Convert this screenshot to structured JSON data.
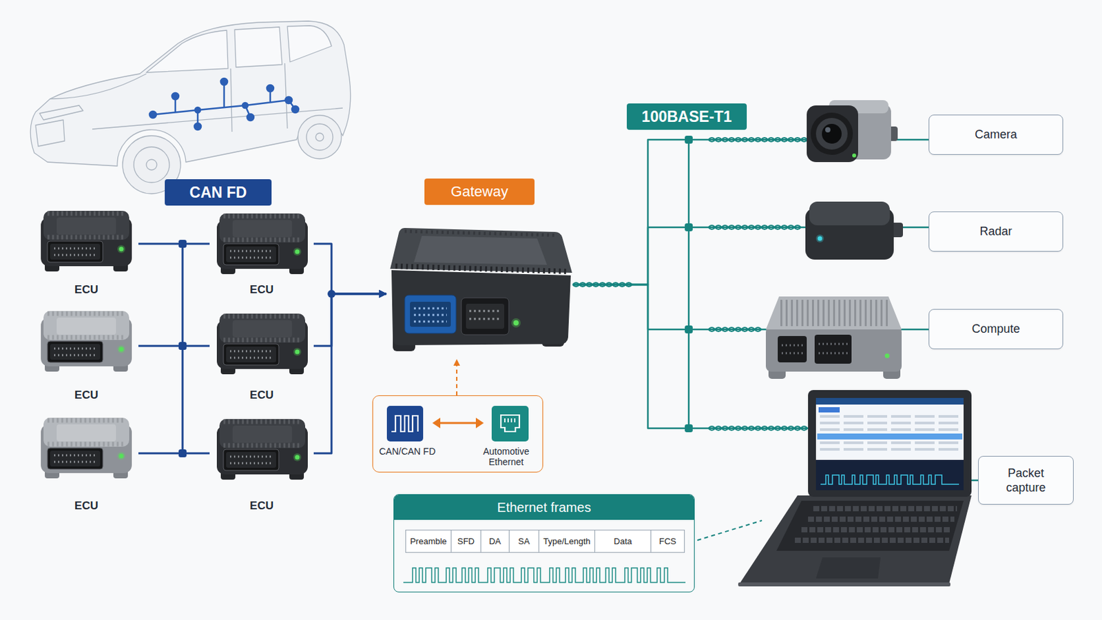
{
  "diagram": {
    "nodes": [
      {
        "text": [
          "CAN FD"
        ]
      },
      {
        "text": [
          "ECU"
        ]
      },
      {
        "text": [
          "ECU"
        ]
      },
      {
        "text": [
          "ECU"
        ]
      },
      {
        "text": [
          "ECU"
        ]
      },
      {
        "text": [
          "ECU"
        ]
      },
      {
        "text": [
          "ECU"
        ]
      },
      {
        "text": [
          "Gateway"
        ]
      },
      {
        "text": [
          "CAN/CAN FD",
          "Automotive Ethernet"
        ]
      },
      {
        "text": [
          "100BASE-T1"
        ]
      },
      {
        "text": [
          "Camera"
        ]
      },
      {
        "text": [
          "Radar"
        ]
      },
      {
        "text": [
          "Compute"
        ]
      },
      {
        "text": [
          "Packet capture"
        ]
      },
      {
        "text": [
          "Ethernet frames"
        ]
      }
    ],
    "edges": [
      {
        "from": 1,
        "to": 2,
        "arrow": "none"
      },
      {
        "from": 3,
        "to": 4,
        "arrow": "none"
      },
      {
        "from": 5,
        "to": 6,
        "arrow": "none"
      },
      {
        "from": 2,
        "to": 7,
        "arrow": "to"
      },
      {
        "from": 4,
        "to": 7,
        "arrow": "to"
      },
      {
        "from": 6,
        "to": 7,
        "arrow": "to"
      },
      {
        "from": 8,
        "to": 7,
        "arrow": "to"
      },
      {
        "from": 7,
        "to": 10,
        "arrow": "none"
      },
      {
        "from": 7,
        "to": 11,
        "arrow": "none"
      },
      {
        "from": 7,
        "to": 12,
        "arrow": "none"
      },
      {
        "from": 7,
        "to": 13,
        "arrow": "none"
      }
    ],
    "labels": [
      "Preamble",
      "SFD",
      "DA",
      "SA",
      "Type/Length",
      "Data",
      "FCS"
    ]
  }
}
